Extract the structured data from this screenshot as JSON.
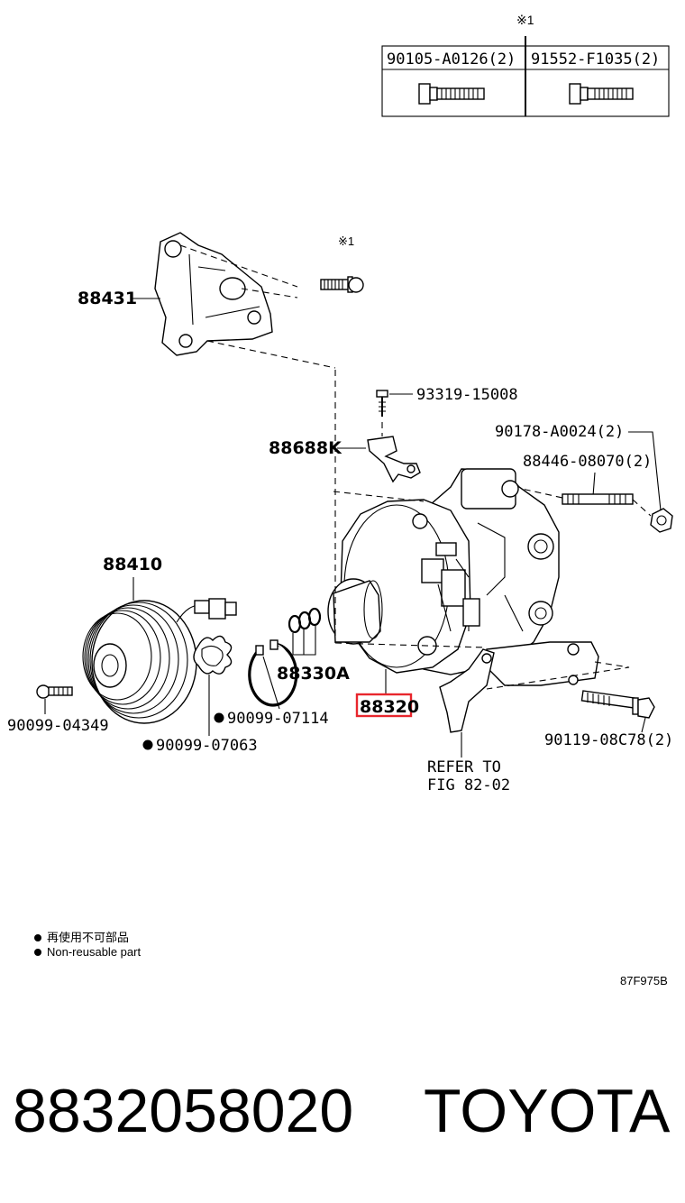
{
  "fastener_table": {
    "mark": "※1",
    "columns": [
      "90105-A0126(2)",
      "91552-F1035(2)"
    ]
  },
  "callouts": {
    "bracket": "88431",
    "bracket_mark": "※1",
    "screw": "93319-15008",
    "harness_clamp": "88688K",
    "bolt_nut": "90178-A0024(2)",
    "stud": "88446-08070(2)",
    "clutch": "88410",
    "o_rings": "88330A",
    "compressor": "88320",
    "clutch_bolt": "90099-04349",
    "snap_ring": "90099-07114",
    "shim": "90099-07063",
    "mount_bolt": "90119-08C78(2)",
    "refer_line1": "REFER TO",
    "refer_line2": "FIG 82-02"
  },
  "legend": {
    "line_ja": "再使用不可部品",
    "line_en": "Non-reusable part"
  },
  "figure_code": "87F975B",
  "footer": {
    "part_number": "8832058020",
    "brand": "TOYOTA"
  },
  "colors": {
    "highlight": "#e8262d",
    "ink": "#000000"
  }
}
